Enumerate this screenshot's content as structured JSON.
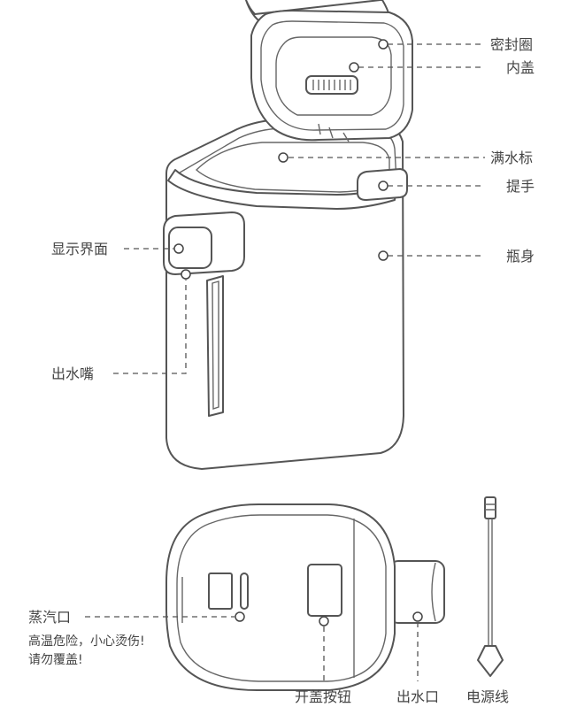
{
  "labels": {
    "seal_ring": "密封圈",
    "inner_lid": "内盖",
    "full_water_mark": "满水标",
    "handle": "提手",
    "bottle_body": "瓶身",
    "display": "显示界面",
    "spout": "出水嘴",
    "steam_vent": "蒸汽口",
    "steam_warning_line1": "高温危险，小心烫伤!",
    "steam_warning_line2": "请勿覆盖!",
    "lid_open_button": "开盖按钮",
    "water_outlet": "出水口",
    "power_cord": "电源线"
  }
}
